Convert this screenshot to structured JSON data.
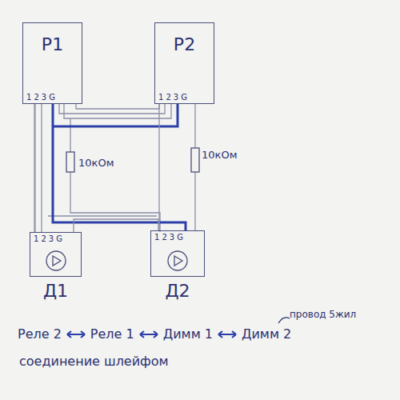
{
  "diagram": {
    "nodes": [
      {
        "text": [
          "Р1"
        ]
      },
      {
        "text": [
          "Р2"
        ]
      },
      {
        "text": [
          "Д1"
        ]
      },
      {
        "text": [
          "Д2"
        ]
      }
    ],
    "edges": [
      {
        "from": 0,
        "to": 1,
        "arrow": "none"
      },
      {
        "from": 0,
        "to": 2,
        "arrow": "none"
      },
      {
        "from": 1,
        "to": 3,
        "arrow": "none"
      },
      {
        "from": 2,
        "to": 3,
        "arrow": "none"
      }
    ],
    "labels": [
      "1",
      "2",
      "3",
      "G",
      "1",
      "2",
      "3",
      "G",
      "1",
      "2",
      "3",
      "G",
      "1",
      "2",
      "3",
      "G",
      "10кОм",
      "10кОм",
      "Реле 2",
      "Реле 1",
      "Димм 1",
      "Димм 2",
      "провод 5жил",
      "соединение шлейфом"
    ]
  }
}
